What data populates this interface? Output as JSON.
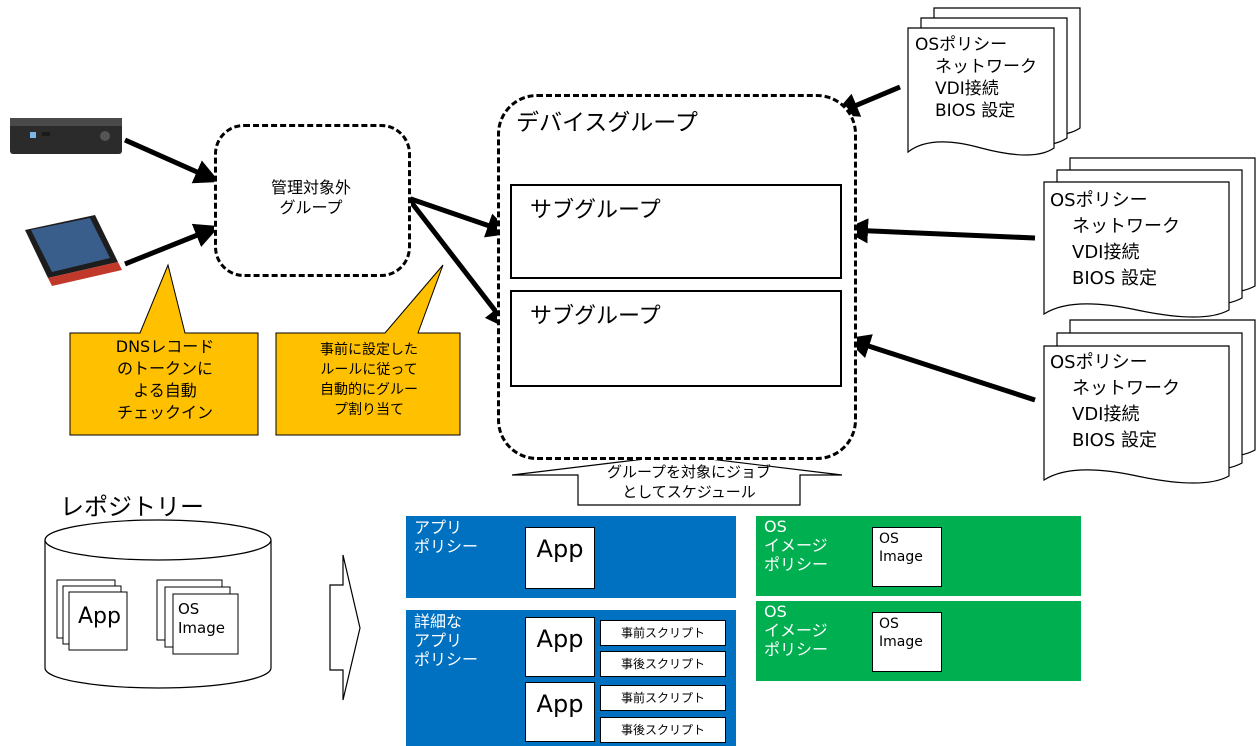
{
  "device_group": {
    "title": "デバイスグループ"
  },
  "subgroups": [
    {
      "label": "サブグループ"
    },
    {
      "label": "サブグループ"
    }
  ],
  "unmanaged_group": {
    "label_line1": "管理対象外",
    "label_line2": "グループ"
  },
  "callouts": [
    {
      "lines": [
        "DNSレコード",
        "のトークンに",
        "よる自動",
        "チェックイン"
      ]
    },
    {
      "lines": [
        "事前に設定した",
        "ルールに従って",
        "自動的にグルー",
        "プ割り当て"
      ]
    }
  ],
  "os_policy_docs": [
    {
      "title": "OSポリシー",
      "items": [
        "ネットワーク",
        "VDI接続",
        "BIOS 設定"
      ]
    },
    {
      "title": "OSポリシー",
      "items": [
        "ネットワーク",
        "VDI接続",
        "BIOS 設定"
      ]
    },
    {
      "title": "OSポリシー",
      "items": [
        "ネットワーク",
        "VDI接続",
        "BIOS 設定"
      ]
    }
  ],
  "schedule_arrow": {
    "line1": "グループを対象にジョブ",
    "line2": "としてスケジュール"
  },
  "repository": {
    "title": "レポジトリー",
    "app_label": "App",
    "os_line1": "OS",
    "os_line2": "Image"
  },
  "app_policy": {
    "line1": "アプリ",
    "line2": "ポリシー",
    "app_label": "App"
  },
  "detailed_app_policy": {
    "line1": "詳細な",
    "line2": "アプリ",
    "line3": "ポリシー",
    "app_label": "App",
    "pre_script": "事前スクリプト",
    "post_script": "事後スクリプト"
  },
  "os_image_policies": [
    {
      "line1": "OS",
      "line2": "イメージ",
      "line3": "ポリシー",
      "img_line1": "OS",
      "img_line2": "Image"
    },
    {
      "line1": "OS",
      "line2": "イメージ",
      "line3": "ポリシー",
      "img_line1": "OS",
      "img_line2": "Image"
    }
  ],
  "colors": {
    "callout": "#FFC000",
    "app_policy": "#0070C0",
    "os_policy": "#00B050"
  }
}
